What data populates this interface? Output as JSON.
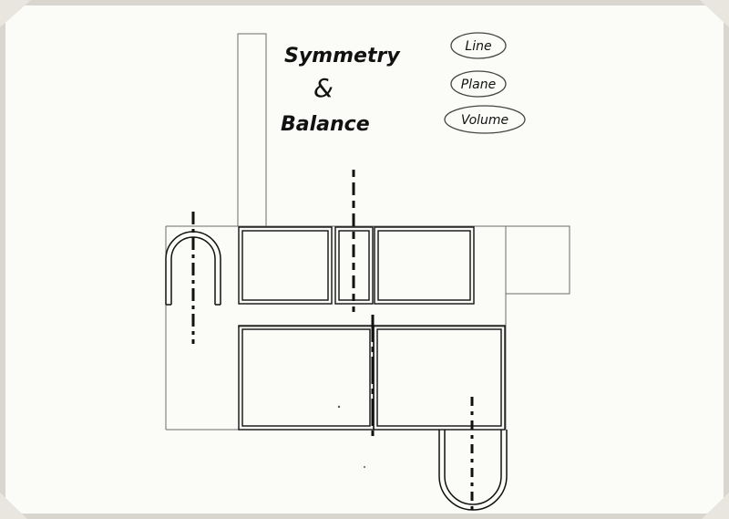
{
  "title": {
    "line1": "Symmetry",
    "line2": "&",
    "line3": "Balance"
  },
  "legend": {
    "items": [
      "Line",
      "Plane",
      "Volume"
    ]
  },
  "colors": {
    "paper": "#fbfbf8",
    "ink": "#111111",
    "pencil": "#6b6b6b",
    "background": "#d8d6cf"
  }
}
